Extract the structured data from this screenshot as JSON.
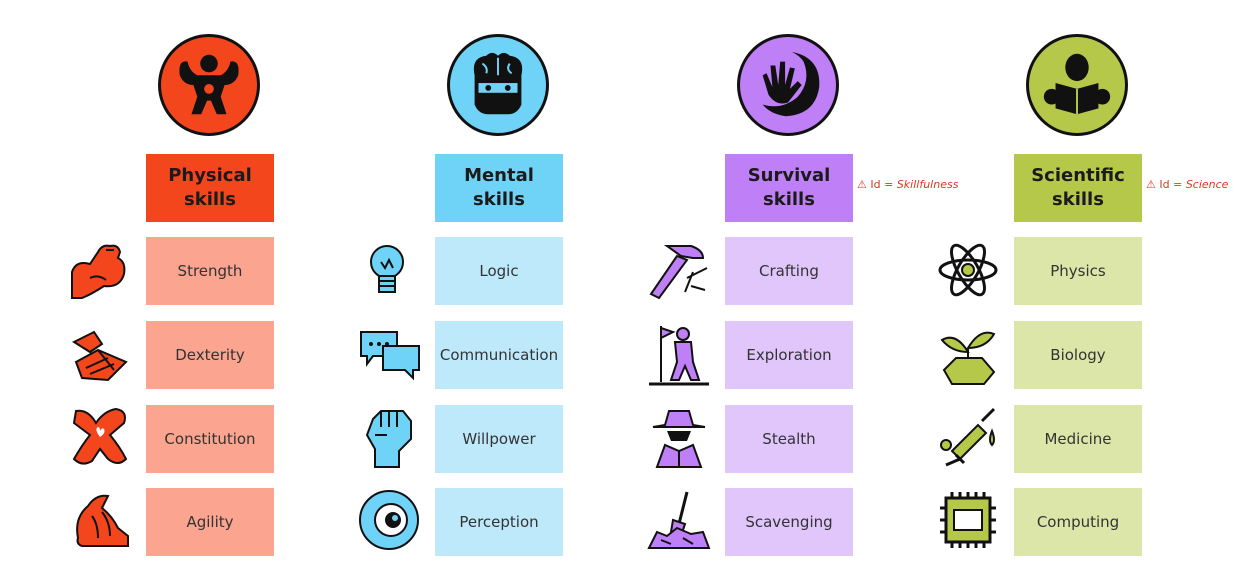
{
  "columns": [
    {
      "key": "physical",
      "title_line1": "Physical",
      "title_line2": "skills",
      "header_color": "#f4461c",
      "emblem_color": "#f4461c",
      "tile_color": "#fba48f",
      "icon_color": "#f4461c",
      "emblem_icon": "flexing-figure-icon",
      "note": "",
      "skills": [
        {
          "label": "Strength",
          "icon": "muscle-arm-icon"
        },
        {
          "label": "Dexterity",
          "icon": "hands-icon"
        },
        {
          "label": "Constitution",
          "icon": "heart-body-icon"
        },
        {
          "label": "Agility",
          "icon": "running-shoe-icon"
        }
      ]
    },
    {
      "key": "mental",
      "title_line1": "Mental",
      "title_line2": "skills",
      "header_color": "#6fd3f7",
      "emblem_color": "#6fd3f7",
      "tile_color": "#bde9fb",
      "icon_color": "#6fd3f7",
      "emblem_icon": "brain-face-icon",
      "note": "",
      "skills": [
        {
          "label": "Logic",
          "icon": "lightbulb-icon"
        },
        {
          "label": "Communication",
          "icon": "speech-bubbles-icon"
        },
        {
          "label": "Willpower",
          "icon": "raised-fist-icon"
        },
        {
          "label": "Perception",
          "icon": "eye-icon"
        }
      ]
    },
    {
      "key": "survival",
      "title_line1": "Survival",
      "title_line2": "skills",
      "header_color": "#bf7ff7",
      "emblem_color": "#bf7ff7",
      "tile_color": "#e1c6fb",
      "icon_color": "#bf7ff7",
      "emblem_icon": "hand-moon-icon",
      "note_prefix": "Id = ",
      "note_value": "Skillfulness",
      "skills": [
        {
          "label": "Crafting",
          "icon": "hammer-icon"
        },
        {
          "label": "Exploration",
          "icon": "explorer-flag-icon"
        },
        {
          "label": "Stealth",
          "icon": "spy-hat-icon"
        },
        {
          "label": "Scavenging",
          "icon": "shovel-pile-icon"
        }
      ]
    },
    {
      "key": "scientific",
      "title_line1": "Scientific",
      "title_line2": "skills",
      "header_color": "#b5c84a",
      "emblem_color": "#b5c84a",
      "tile_color": "#dde6a9",
      "icon_color": "#b5c84a",
      "emblem_icon": "reader-book-icon",
      "note_prefix": "Id = ",
      "note_value": "Science",
      "skills": [
        {
          "label": "Physics",
          "icon": "atom-icon"
        },
        {
          "label": "Biology",
          "icon": "sprout-icon"
        },
        {
          "label": "Medicine",
          "icon": "syringe-icon"
        },
        {
          "label": "Computing",
          "icon": "microchip-icon"
        }
      ]
    }
  ]
}
